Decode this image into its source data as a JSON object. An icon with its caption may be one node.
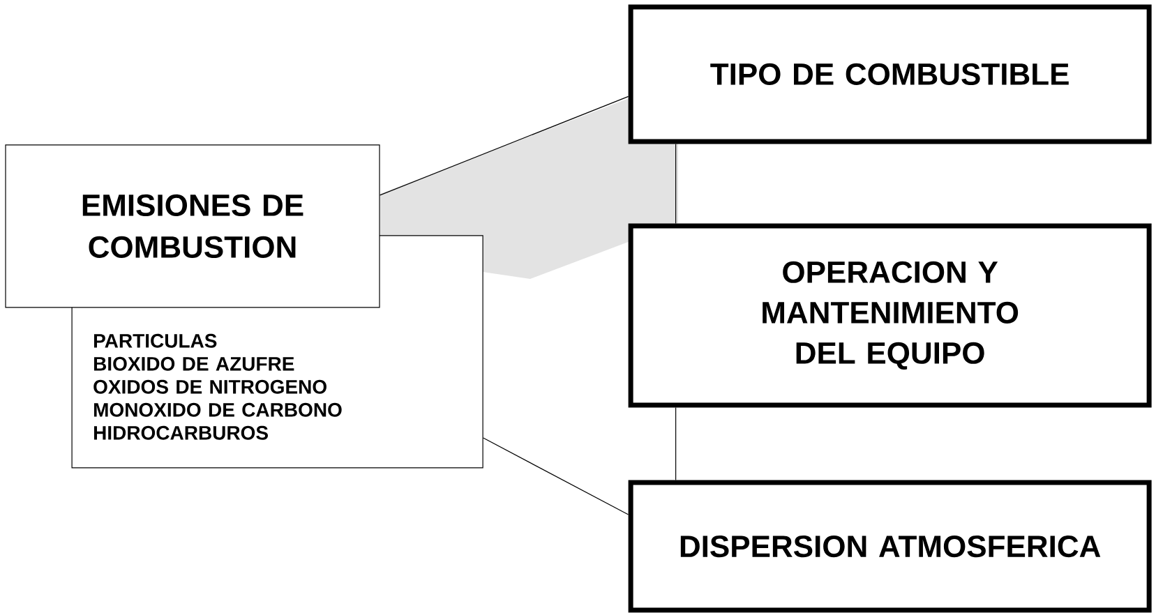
{
  "diagram": {
    "nodes": [
      {
        "text": [
          "EMISIONES DE COMBUSTION"
        ]
      },
      {
        "text": [
          "PARTICULAS",
          "BIOXIDO DE AZUFRE",
          "OXIDOS DE NITROGENO",
          "MONOXIDO DE CARBONO",
          "HIDROCARBUROS"
        ]
      },
      {
        "text": [
          "TIPO DE COMBUSTIBLE"
        ]
      },
      {
        "text": [
          "OPERACION Y MANTENIMIENTO DEL EQUIPO"
        ]
      },
      {
        "text": [
          "DISPERSION ATMOSFERICA"
        ]
      }
    ],
    "edges": [
      {
        "from": 0,
        "to": 2,
        "arrow": "none"
      },
      {
        "from": 1,
        "to": 4,
        "arrow": "none"
      },
      {
        "from": 2,
        "to": 3,
        "arrow": "none"
      },
      {
        "from": 3,
        "to": 4,
        "arrow": "none"
      }
    ]
  }
}
